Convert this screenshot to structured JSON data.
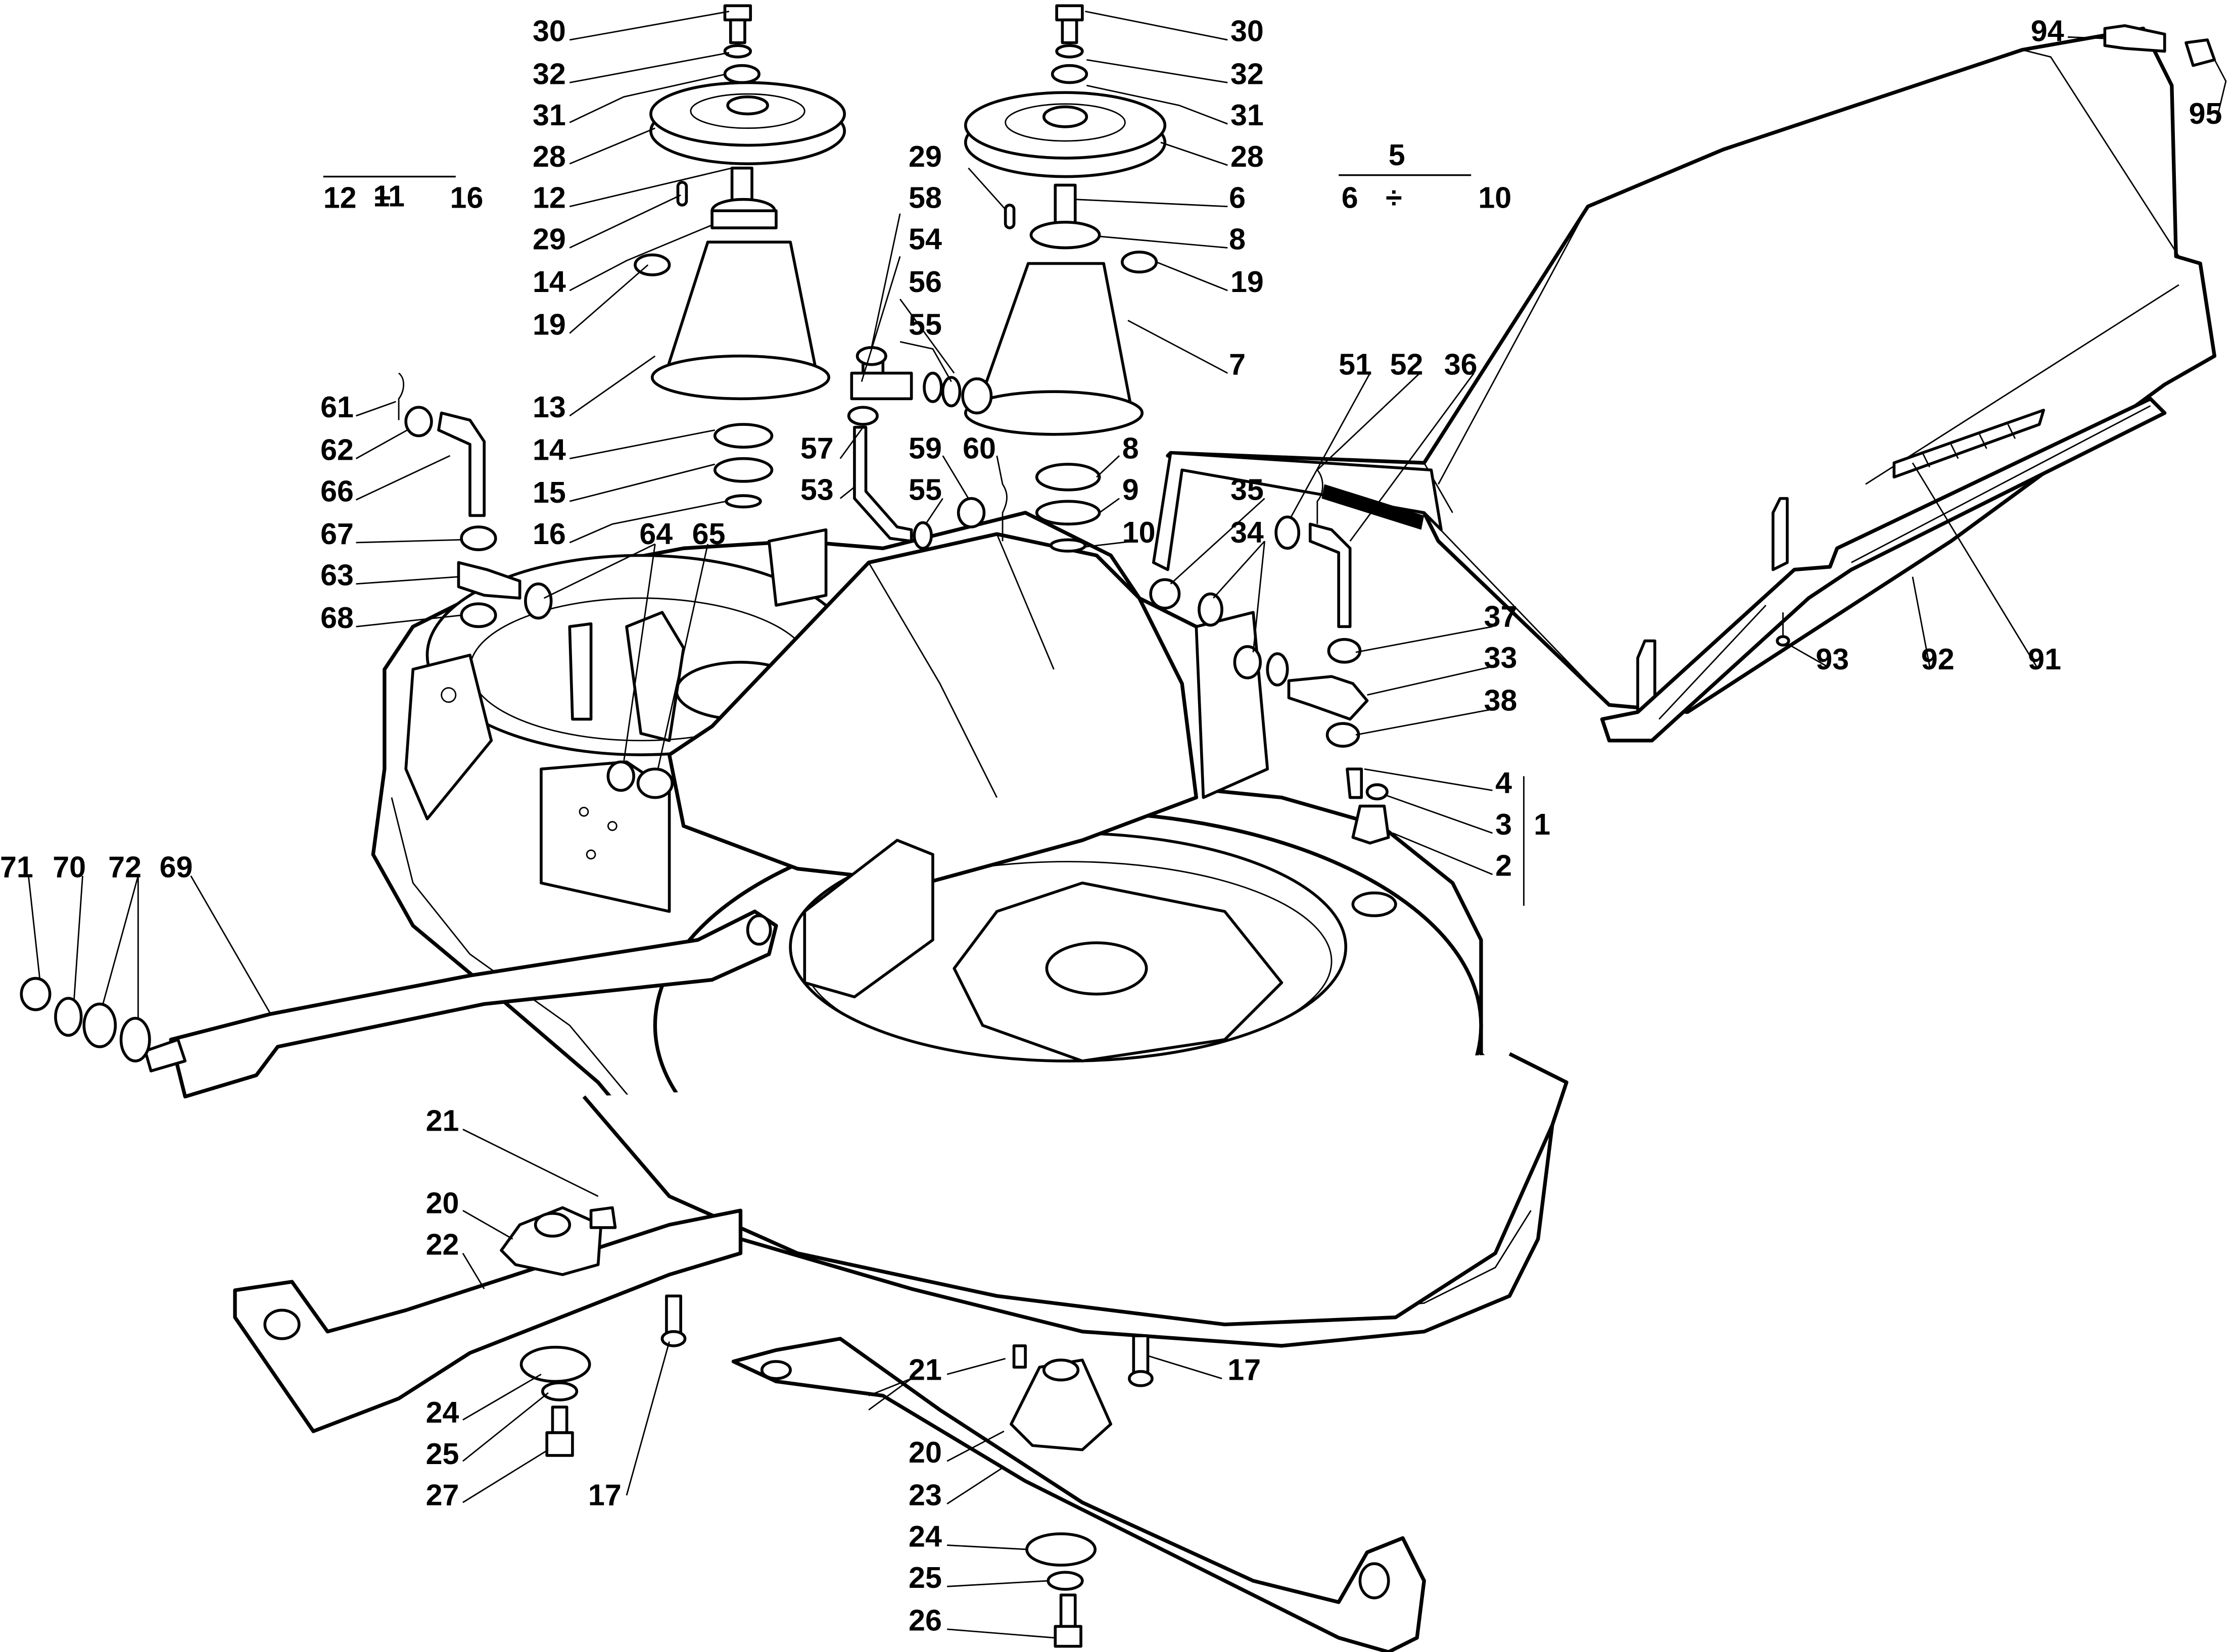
{
  "diagram": {
    "kind": "exploded parts diagram",
    "subject": "lawn tractor cutting deck assembly",
    "groups": [
      {
        "id": "group-left-spindle",
        "label": "11",
        "range_from": "12",
        "range_sep": "÷",
        "range_to": "16"
      },
      {
        "id": "group-right-spindle",
        "label": "5",
        "range_from": "6",
        "range_sep": "÷",
        "range_to": "10"
      }
    ],
    "callouts": [
      {
        "id": "c-l30",
        "label": "30",
        "part": "pulley bolt (left)"
      },
      {
        "id": "c-l32",
        "label": "32",
        "part": "lock washer (left)"
      },
      {
        "id": "c-l31",
        "label": "31",
        "part": "flat washer (left)"
      },
      {
        "id": "c-l28",
        "label": "28",
        "part": "pulley (left)"
      },
      {
        "id": "c-l12",
        "label": "12",
        "part": "spindle shaft (left)"
      },
      {
        "id": "c-l29",
        "label": "29",
        "part": "key (left)"
      },
      {
        "id": "c-l14a",
        "label": "14",
        "part": "upper bearing (left)"
      },
      {
        "id": "c-l19",
        "label": "19",
        "part": "flange nut (left)"
      },
      {
        "id": "c-l13",
        "label": "13",
        "part": "spindle housing (left)"
      },
      {
        "id": "c-l14b",
        "label": "14",
        "part": "lower bearing (left)"
      },
      {
        "id": "c-l15",
        "label": "15",
        "part": "spacer (left)"
      },
      {
        "id": "c-l16",
        "label": "16",
        "part": "circlip (left)"
      },
      {
        "id": "c-r30",
        "label": "30",
        "part": "pulley bolt (right)"
      },
      {
        "id": "c-r32",
        "label": "32",
        "part": "lock washer (right)"
      },
      {
        "id": "c-r31",
        "label": "31",
        "part": "flat washer (right)"
      },
      {
        "id": "c-r28",
        "label": "28",
        "part": "pulley (right)"
      },
      {
        "id": "c-r6",
        "label": "6",
        "part": "spindle shaft (right)"
      },
      {
        "id": "c-r8a",
        "label": "8",
        "part": "upper bearing (right)"
      },
      {
        "id": "c-r19",
        "label": "19",
        "part": "flange nut (right)"
      },
      {
        "id": "c-r7",
        "label": "7",
        "part": "spindle housing (right)"
      },
      {
        "id": "c-r29",
        "label": "29",
        "part": "key (right)"
      },
      {
        "id": "c-r8b",
        "label": "8",
        "part": "lower bearing (right)"
      },
      {
        "id": "c-r9",
        "label": "9",
        "part": "spacer (right)"
      },
      {
        "id": "c-r10",
        "label": "10",
        "part": "circlip (right)"
      },
      {
        "id": "c-58",
        "label": "58",
        "part": "nut"
      },
      {
        "id": "c-54",
        "label": "54",
        "part": "pivot pin"
      },
      {
        "id": "c-56",
        "label": "56",
        "part": "nut"
      },
      {
        "id": "c-55a",
        "label": "55",
        "part": "washer"
      },
      {
        "id": "c-57",
        "label": "57",
        "part": "nut"
      },
      {
        "id": "c-53",
        "label": "53",
        "part": "L-rod"
      },
      {
        "id": "c-59",
        "label": "59",
        "part": "washer"
      },
      {
        "id": "c-60",
        "label": "60",
        "part": "cotter pin"
      },
      {
        "id": "c-55b",
        "label": "55",
        "part": "washer"
      },
      {
        "id": "c-51",
        "label": "51",
        "part": "washer"
      },
      {
        "id": "c-52",
        "label": "52",
        "part": "cotter pin"
      },
      {
        "id": "c-36",
        "label": "36",
        "part": "L-rod"
      },
      {
        "id": "c-35",
        "label": "35",
        "part": "nut"
      },
      {
        "id": "c-34",
        "label": "34",
        "part": "washers"
      },
      {
        "id": "c-37",
        "label": "37",
        "part": "nut"
      },
      {
        "id": "c-33",
        "label": "33",
        "part": "pivot pin"
      },
      {
        "id": "c-38",
        "label": "38",
        "part": "nut"
      },
      {
        "id": "c-4",
        "label": "4",
        "part": "screw"
      },
      {
        "id": "c-3",
        "label": "3",
        "part": "ring"
      },
      {
        "id": "c-2",
        "label": "2",
        "part": "grease fitting base"
      },
      {
        "id": "c-1",
        "label": "1",
        "part": "fitting assembly"
      },
      {
        "id": "c-61",
        "label": "61",
        "part": "cotter pin"
      },
      {
        "id": "c-62",
        "label": "62",
        "part": "washer"
      },
      {
        "id": "c-66",
        "label": "66",
        "part": "L-rod"
      },
      {
        "id": "c-67",
        "label": "67",
        "part": "nut"
      },
      {
        "id": "c-63",
        "label": "63",
        "part": "pivot pin"
      },
      {
        "id": "c-68",
        "label": "68",
        "part": "nut"
      },
      {
        "id": "c-64",
        "label": "64",
        "part": "washers"
      },
      {
        "id": "c-65",
        "label": "65",
        "part": "nut"
      },
      {
        "id": "c-71",
        "label": "71",
        "part": "nut"
      },
      {
        "id": "c-70",
        "label": "70",
        "part": "washer"
      },
      {
        "id": "c-72",
        "label": "72",
        "part": "washers"
      },
      {
        "id": "c-69",
        "label": "69",
        "part": "deck link arm"
      },
      {
        "id": "c-l21",
        "label": "21",
        "part": "key (left blade)"
      },
      {
        "id": "c-l20",
        "label": "20",
        "part": "blade hub (left)"
      },
      {
        "id": "c-l22",
        "label": "22",
        "part": "blade (left)"
      },
      {
        "id": "c-l24",
        "label": "24",
        "part": "blade washer (left)"
      },
      {
        "id": "c-l25",
        "label": "25",
        "part": "lock washer (left)"
      },
      {
        "id": "c-l27",
        "label": "27",
        "part": "blade bolt (left)"
      },
      {
        "id": "c-l17",
        "label": "17",
        "part": "bolt (left)"
      },
      {
        "id": "c-r21",
        "label": "21",
        "part": "key (right blade)"
      },
      {
        "id": "c-r20",
        "label": "20",
        "part": "blade hub (right)"
      },
      {
        "id": "c-r23",
        "label": "23",
        "part": "blade (right)"
      },
      {
        "id": "c-r24",
        "label": "24",
        "part": "blade washer (right)"
      },
      {
        "id": "c-r25",
        "label": "25",
        "part": "lock washer (right)"
      },
      {
        "id": "c-r26",
        "label": "26",
        "part": "blade bolt (right)"
      },
      {
        "id": "c-r17",
        "label": "17",
        "part": "bolt (right)"
      },
      {
        "id": "c-94",
        "label": "94",
        "part": "shoulder bolt"
      },
      {
        "id": "c-95",
        "label": "95",
        "part": "cage nut"
      },
      {
        "id": "c-93",
        "label": "93",
        "part": "screw"
      },
      {
        "id": "c-92",
        "label": "92",
        "part": "side strip"
      },
      {
        "id": "c-91",
        "label": "91",
        "part": "belt cover"
      }
    ]
  }
}
